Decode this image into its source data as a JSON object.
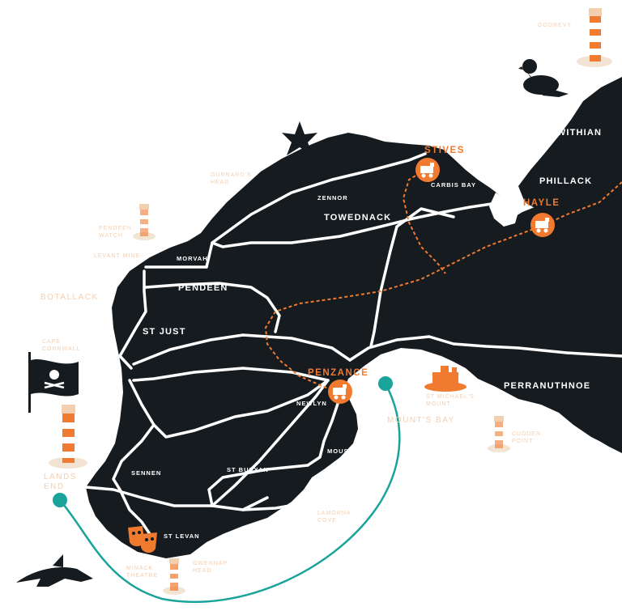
{
  "labels": {
    "godrevy": "GODREVY",
    "gwithian": "GWITHIAN",
    "phillack": "PHILLACK",
    "hayle": "HAYLE",
    "st_ives": "STIVES",
    "carbis_bay": "CARBIS BAY",
    "zennor": "ZENNOR",
    "towednack": "TOWEDNACK",
    "gurnards_head": "GURNARD'S HEAD",
    "pendeen_watch": "PENDEEN WATCH",
    "levant_mine": "LEVANT MINE",
    "morvah": "MORVAH",
    "pendeen": "PENDEEN",
    "botallack": "BOTALLACK",
    "st_just": "ST JUST",
    "cape_cornwall": "CAPE CORNWALL",
    "penzance": "PENZANCE",
    "newlyn": "NEWLYN",
    "st_michaels_mount": "ST MICHAEL'S MOUNT",
    "perranuthnoe": "PERRANUTHNOE",
    "mounts_bay": "MOUNT'S BAY",
    "cudden_point": "CUDDEN POINT",
    "mousehole": "MOUSEHOLE",
    "sennen": "SENNEN",
    "st_buryan": "ST BURYAN",
    "lands_end": "LANDS END",
    "lamorna_cove": "LAMORNA COVE",
    "st_levan": "ST LEVAN",
    "minack_theatre": "MINACK THEATRE",
    "gwennap_head": "GWENNAP HEAD"
  },
  "icons": {
    "lighthouses": [
      "godrevy-lighthouse-icon",
      "pendeen-lighthouse-icon",
      "lands-end-lighthouse-icon",
      "gwennap-lighthouse-icon",
      "cudden-lighthouse-icon"
    ],
    "animals": [
      "seal-icon",
      "starfish-icon",
      "dolphin-icon"
    ],
    "landmarks": [
      "pirate-flag-icon",
      "st-michaels-mount-icon",
      "theatre-masks-icon"
    ],
    "stations": [
      "st-ives-train-icon",
      "hayle-train-icon",
      "penzance-train-icon"
    ],
    "route_markers": [
      "lands-end-route-marker",
      "mounts-bay-route-marker"
    ]
  },
  "colors": {
    "land": "#151b1f",
    "roads": "#ffffff",
    "accent": "#ef7a30",
    "route": "#1aa39a",
    "faint": "#f3cfb1"
  }
}
